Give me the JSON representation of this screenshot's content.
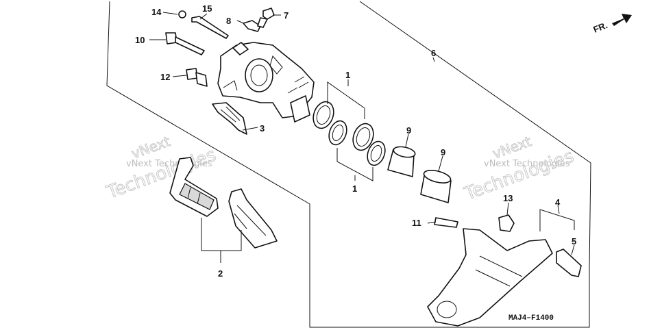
{
  "diagram_code": "MAJ4–F1400",
  "direction_label": "FR.",
  "watermark": {
    "line1": "vNext Technologies",
    "line2": "Technologies",
    "line3": "vNext"
  },
  "callouts": [
    {
      "id": "c1a",
      "text": "1"
    },
    {
      "id": "c1b",
      "text": "1"
    },
    {
      "id": "c2",
      "text": "2"
    },
    {
      "id": "c3",
      "text": "3"
    },
    {
      "id": "c4",
      "text": "4"
    },
    {
      "id": "c5",
      "text": "5"
    },
    {
      "id": "c6",
      "text": "6"
    },
    {
      "id": "c7",
      "text": "7"
    },
    {
      "id": "c8",
      "text": "8"
    },
    {
      "id": "c9a",
      "text": "9"
    },
    {
      "id": "c9b",
      "text": "9"
    },
    {
      "id": "c10",
      "text": "10"
    },
    {
      "id": "c11",
      "text": "11"
    },
    {
      "id": "c12",
      "text": "12"
    },
    {
      "id": "c13",
      "text": "13"
    },
    {
      "id": "c14",
      "text": "14"
    },
    {
      "id": "c15",
      "text": "15"
    }
  ]
}
